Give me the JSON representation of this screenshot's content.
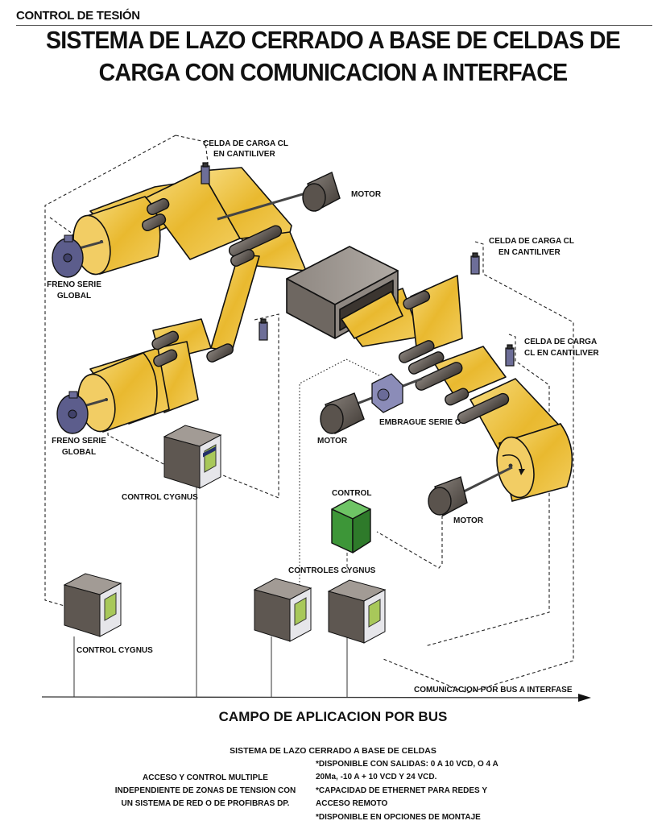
{
  "header": {
    "section_label": "CONTROL DE TESIÓN",
    "title_line1": "SISTEMA DE LAZO CERRADO A BASE DE CELDAS DE",
    "title_line2": "CARGA CON COMUNICACION A INTERFACE"
  },
  "labels": {
    "load_cell_1_line1": "CELDA DE CARGA CL",
    "load_cell_1_line2": "EN CANTILIVER",
    "motor_top": "MOTOR",
    "brake_top_line1": "FRENO SERIE",
    "brake_top_line2": "GLOBAL",
    "load_cell_2_line1": "CELDA DE CARGA CL",
    "load_cell_2_line2": "EN CANTILIVER",
    "load_cell_3_line1": "CELDA DE CARGA",
    "load_cell_3_line2": "CL EN CANTILIVER",
    "brake_bottom_line1": "FRENO SERIE",
    "brake_bottom_line2": "GLOBAL",
    "clutch": "EMBRAGUE SERIE C",
    "motor_mid": "MOTOR",
    "control_cygnus_mid": "CONTROL CYGNUS",
    "control_green": "CONTROL",
    "motor_right": "MOTOR",
    "controles_cygnus": "CONTROLES CYGNUS",
    "control_cygnus_left": "CONTROL CYGNUS",
    "bus_arrow": "COMUNICACION POR BUS A INTERFASE"
  },
  "footer": {
    "bus_title": "CAMPO DE APLICACION POR BUS",
    "subtitle": "SISTEMA DE LAZO CERRADO A BASE DE CELDAS",
    "left_description": [
      "ACCESO Y CONTROL MULTIPLE",
      "INDEPENDIENTE DE ZONAS DE TENSION CON",
      "UN SISTEMA DE RED O DE PROFIBRAS DP."
    ],
    "features": [
      "*DISPONIBLE  CON SALIDAS:  0 A 10 VCD, O 4 A",
      "20Ma,  -10 A + 10 VCD Y 24 VCD.",
      "*CAPACIDAD DE ETHERNET PARA REDES Y",
      "ACCESO REMOTO",
      "*DISPONIBLE  EN OPCIONES DE MONTAJE"
    ]
  },
  "colors": {
    "web": "#e8b830",
    "web_light": "#f6d878",
    "roller": "#5b5550",
    "motor": "#4a433e",
    "brake": "#5c5d8c",
    "cabinet": "#7b746e",
    "control_green": "#3f9a3a",
    "screen": "#a8c85a"
  }
}
